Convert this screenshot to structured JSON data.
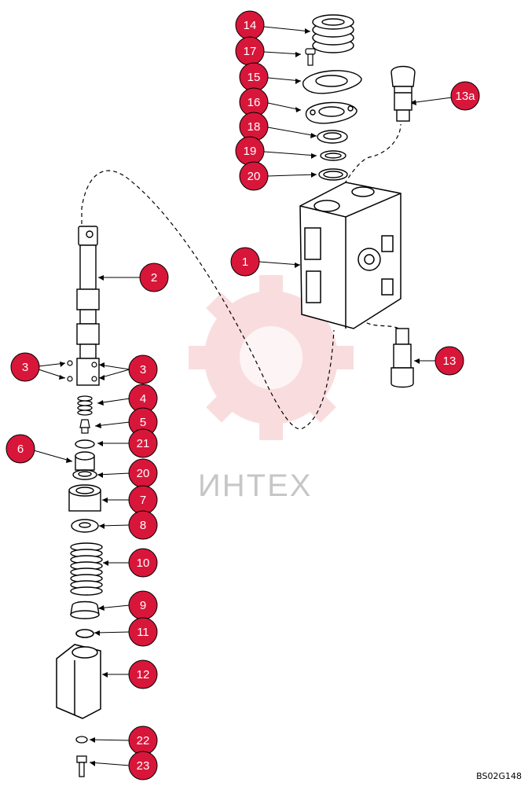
{
  "watermark": {
    "text": "ИНТЕХ",
    "color": "#e0303a"
  },
  "drawing_code": "BS02G148",
  "callout_color": "#d8163a",
  "callouts": [
    {
      "id": "c14",
      "label": "14"
    },
    {
      "id": "c17",
      "label": "17"
    },
    {
      "id": "c15",
      "label": "15"
    },
    {
      "id": "c16",
      "label": "16"
    },
    {
      "id": "c18",
      "label": "18"
    },
    {
      "id": "c19",
      "label": "19"
    },
    {
      "id": "c20a",
      "label": "20"
    },
    {
      "id": "c13a",
      "label": "13a"
    },
    {
      "id": "c1",
      "label": "1"
    },
    {
      "id": "c2",
      "label": "2"
    },
    {
      "id": "c3l",
      "label": "3"
    },
    {
      "id": "c3r",
      "label": "3"
    },
    {
      "id": "c13",
      "label": "13"
    },
    {
      "id": "c4",
      "label": "4"
    },
    {
      "id": "c5",
      "label": "5"
    },
    {
      "id": "c21",
      "label": "21"
    },
    {
      "id": "c6",
      "label": "6"
    },
    {
      "id": "c20b",
      "label": "20"
    },
    {
      "id": "c7",
      "label": "7"
    },
    {
      "id": "c8",
      "label": "8"
    },
    {
      "id": "c10",
      "label": "10"
    },
    {
      "id": "c9",
      "label": "9"
    },
    {
      "id": "c11",
      "label": "11"
    },
    {
      "id": "c12",
      "label": "12"
    },
    {
      "id": "c22",
      "label": "22"
    },
    {
      "id": "c23",
      "label": "23"
    }
  ]
}
